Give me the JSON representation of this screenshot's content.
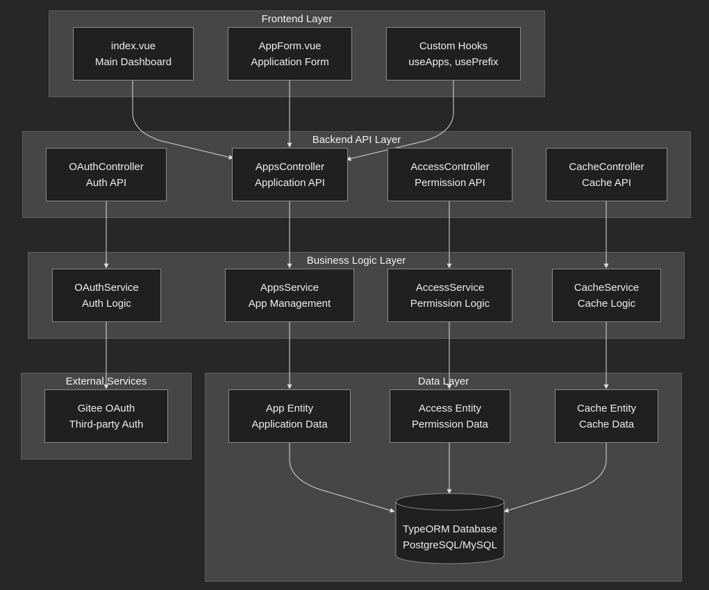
{
  "groups": {
    "frontend": {
      "title": "Frontend Layer"
    },
    "backend": {
      "title": "Backend API Layer"
    },
    "business": {
      "title": "Business Logic Layer"
    },
    "external": {
      "title": "External Services"
    },
    "data": {
      "title": "Data Layer"
    }
  },
  "nodes": {
    "index_vue": {
      "line1": "index.vue",
      "line2": "Main Dashboard"
    },
    "appform_vue": {
      "line1": "AppForm.vue",
      "line2": "Application Form"
    },
    "custom_hooks": {
      "line1": "Custom Hooks",
      "line2": "useApps, usePrefix"
    },
    "oauth_controller": {
      "line1": "OAuthController",
      "line2": "Auth API"
    },
    "apps_controller": {
      "line1": "AppsController",
      "line2": "Application API"
    },
    "access_controller": {
      "line1": "AccessController",
      "line2": "Permission API"
    },
    "cache_controller": {
      "line1": "CacheController",
      "line2": "Cache API"
    },
    "oauth_service": {
      "line1": "OAuthService",
      "line2": "Auth Logic"
    },
    "apps_service": {
      "line1": "AppsService",
      "line2": "App Management"
    },
    "access_service": {
      "line1": "AccessService",
      "line2": "Permission Logic"
    },
    "cache_service": {
      "line1": "CacheService",
      "line2": "Cache Logic"
    },
    "gitee_oauth": {
      "line1": "Gitee OAuth",
      "line2": "Third-party Auth"
    },
    "app_entity": {
      "line1": "App Entity",
      "line2": "Application Data"
    },
    "access_entity": {
      "line1": "Access Entity",
      "line2": "Permission Data"
    },
    "cache_entity": {
      "line1": "Cache Entity",
      "line2": "Cache Data"
    },
    "database": {
      "line1": "TypeORM Database",
      "line2": "PostgreSQL/MySQL"
    }
  },
  "colors": {
    "background": "#272727",
    "group_fill": "#464646",
    "node_fill": "#202020",
    "edge": "#dcdcdc"
  }
}
